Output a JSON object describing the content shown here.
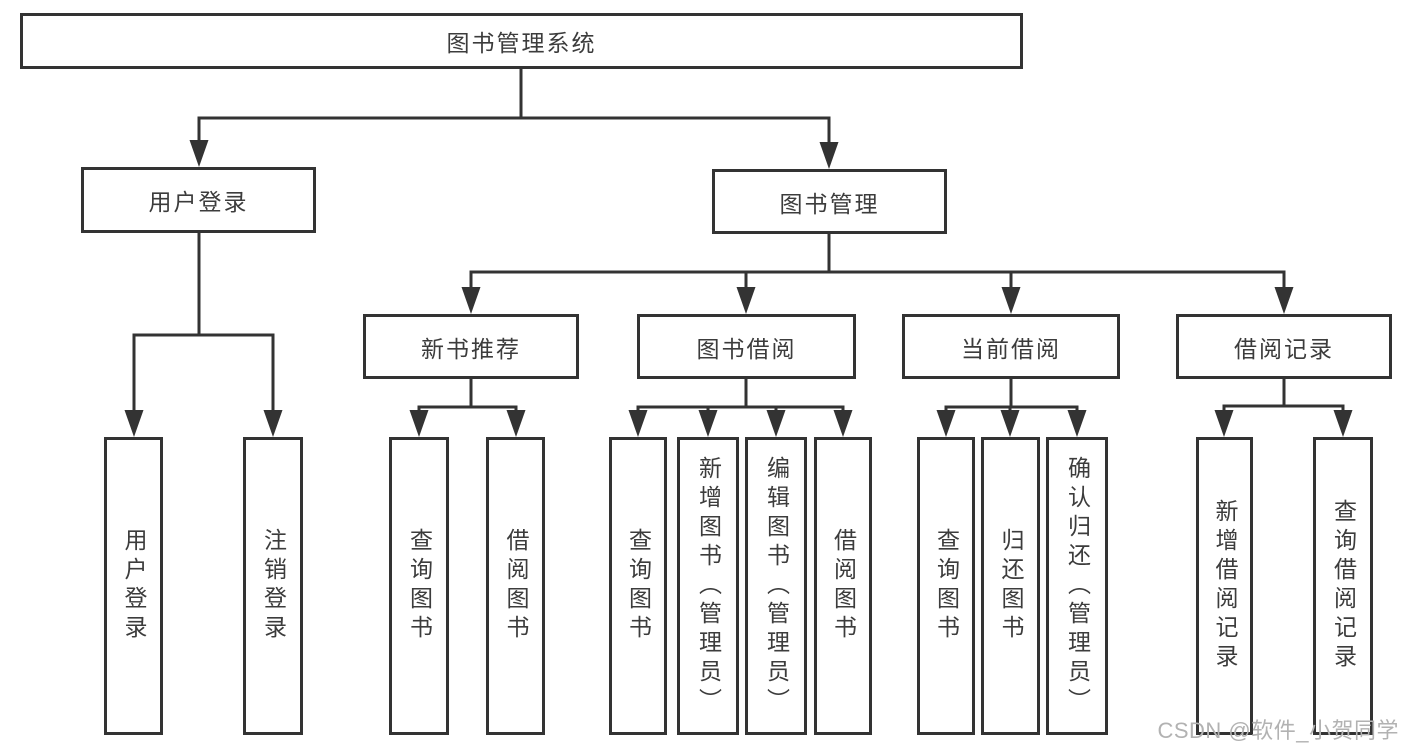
{
  "diagram": {
    "watermark": "CSDN @软件_小贺同学",
    "colors": {
      "line": "#333333",
      "box_border": "#333333",
      "text": "#3c3c3c",
      "background": "#ffffff",
      "watermark": "#b2b2b2"
    },
    "tree": {
      "label": "图书管理系统",
      "children": [
        {
          "label": "用户登录",
          "children": [
            {
              "label": "用户登录"
            },
            {
              "label": "注销登录"
            }
          ]
        },
        {
          "label": "图书管理",
          "children": [
            {
              "label": "新书推荐",
              "children": [
                {
                  "label": "查询图书"
                },
                {
                  "label": "借阅图书"
                }
              ]
            },
            {
              "label": "图书借阅",
              "children": [
                {
                  "label": "查询图书"
                },
                {
                  "label": "新增图书（管理员）"
                },
                {
                  "label": "编辑图书（管理员）"
                },
                {
                  "label": "借阅图书"
                }
              ]
            },
            {
              "label": "当前借阅",
              "children": [
                {
                  "label": "查询图书"
                },
                {
                  "label": "归还图书"
                },
                {
                  "label": "确认归还（管理员）"
                }
              ]
            },
            {
              "label": "借阅记录",
              "children": [
                {
                  "label": "新增借阅记录"
                },
                {
                  "label": "查询借阅记录"
                }
              ]
            }
          ]
        }
      ]
    }
  }
}
